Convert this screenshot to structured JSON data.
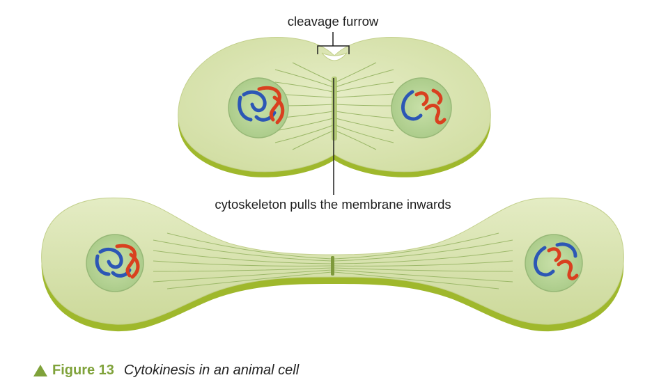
{
  "labels": {
    "cleavage_furrow": "cleavage furrow",
    "cytoskeleton": "cytoskeleton pulls the membrane inwards"
  },
  "caption": {
    "figure": "Figure 13",
    "text": "Cytokinesis in an animal cell"
  },
  "icons": {
    "caption_marker": "triangle-up-icon"
  },
  "colors": {
    "cytoplasm": "#d9e3b4",
    "membrane_rim": "#9fb82c",
    "nucleus": "#b9d699",
    "chromosome_red": "#d9401f",
    "chromosome_blue": "#2c57b5",
    "spindle_fibres": "#8faf5a",
    "caption_accent": "#7fa23a"
  }
}
